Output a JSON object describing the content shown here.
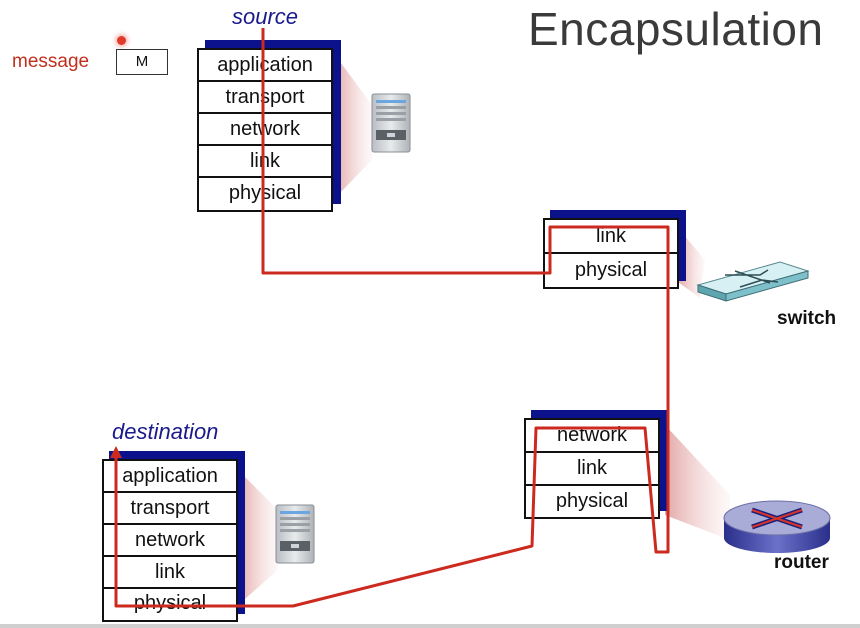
{
  "title": "Encapsulation",
  "message": {
    "label": "message",
    "box": "M"
  },
  "source": {
    "label": "source",
    "layers": [
      "application",
      "transport",
      "network",
      "link",
      "physical"
    ]
  },
  "switch": {
    "label": "switch",
    "layers": [
      "link",
      "physical"
    ]
  },
  "router": {
    "label": "router",
    "layers": [
      "network",
      "link",
      "physical"
    ]
  },
  "destination": {
    "label": "destination",
    "layers": [
      "application",
      "transport",
      "network",
      "link",
      "physical"
    ]
  },
  "colors": {
    "path": "#cc2a1e",
    "stack_shadow": "#0c128c",
    "host_label": "#1a1a8c",
    "message_label": "#c0301e"
  },
  "icons": [
    "server-icon",
    "switch-icon",
    "router-icon"
  ]
}
